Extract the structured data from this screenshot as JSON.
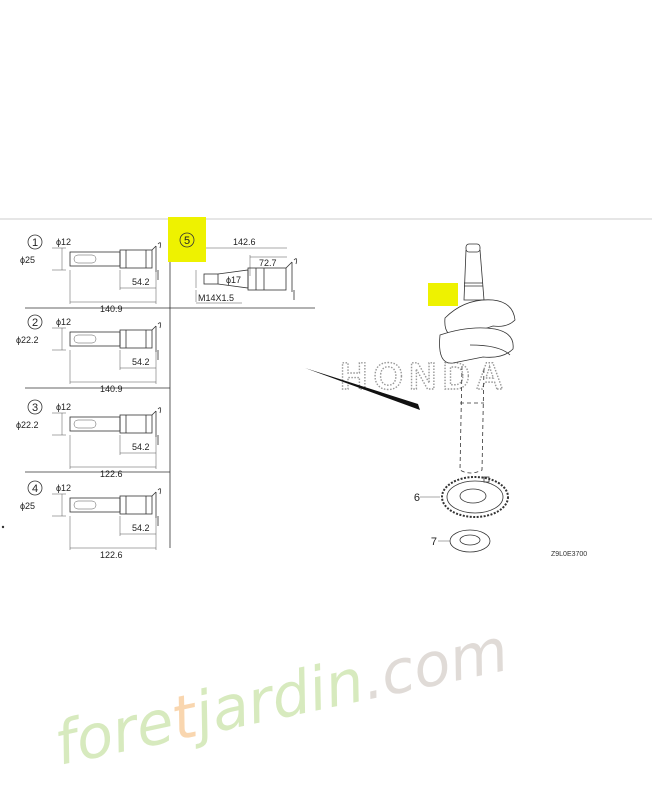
{
  "panels": [
    {
      "number": "1",
      "small_dia": "ϕ12",
      "large_dia": "ϕ25",
      "short_len": "54.2",
      "total_len": "140.9"
    },
    {
      "number": "2",
      "small_dia": "ϕ12",
      "large_dia": "ϕ22.2",
      "short_len": "54.2",
      "total_len": "140.9"
    },
    {
      "number": "3",
      "small_dia": "ϕ12",
      "large_dia": "ϕ22.2",
      "short_len": "54.2",
      "total_len": "122.6"
    },
    {
      "number": "4",
      "small_dia": "ϕ12",
      "large_dia": "ϕ25",
      "short_len": "54.2",
      "total_len": "122.6"
    }
  ],
  "panel5": {
    "number": "5",
    "total_len": "142.6",
    "mid_len": "72.7",
    "dia": "ϕ17",
    "thread": "M14X1.5"
  },
  "callouts": {
    "gear": "6",
    "washer": "7"
  },
  "figure_code": "Z9L0E3700",
  "logo_text": "HONDA",
  "watermark": {
    "part1": "fore",
    "part2": "t",
    "part3": "jardin",
    "part4": ".com"
  },
  "colors": {
    "highlight": "#eef200",
    "watermark_green": "#b8d98a",
    "watermark_orange": "#f5b66e",
    "watermark_grey": "#c8bfb8"
  }
}
